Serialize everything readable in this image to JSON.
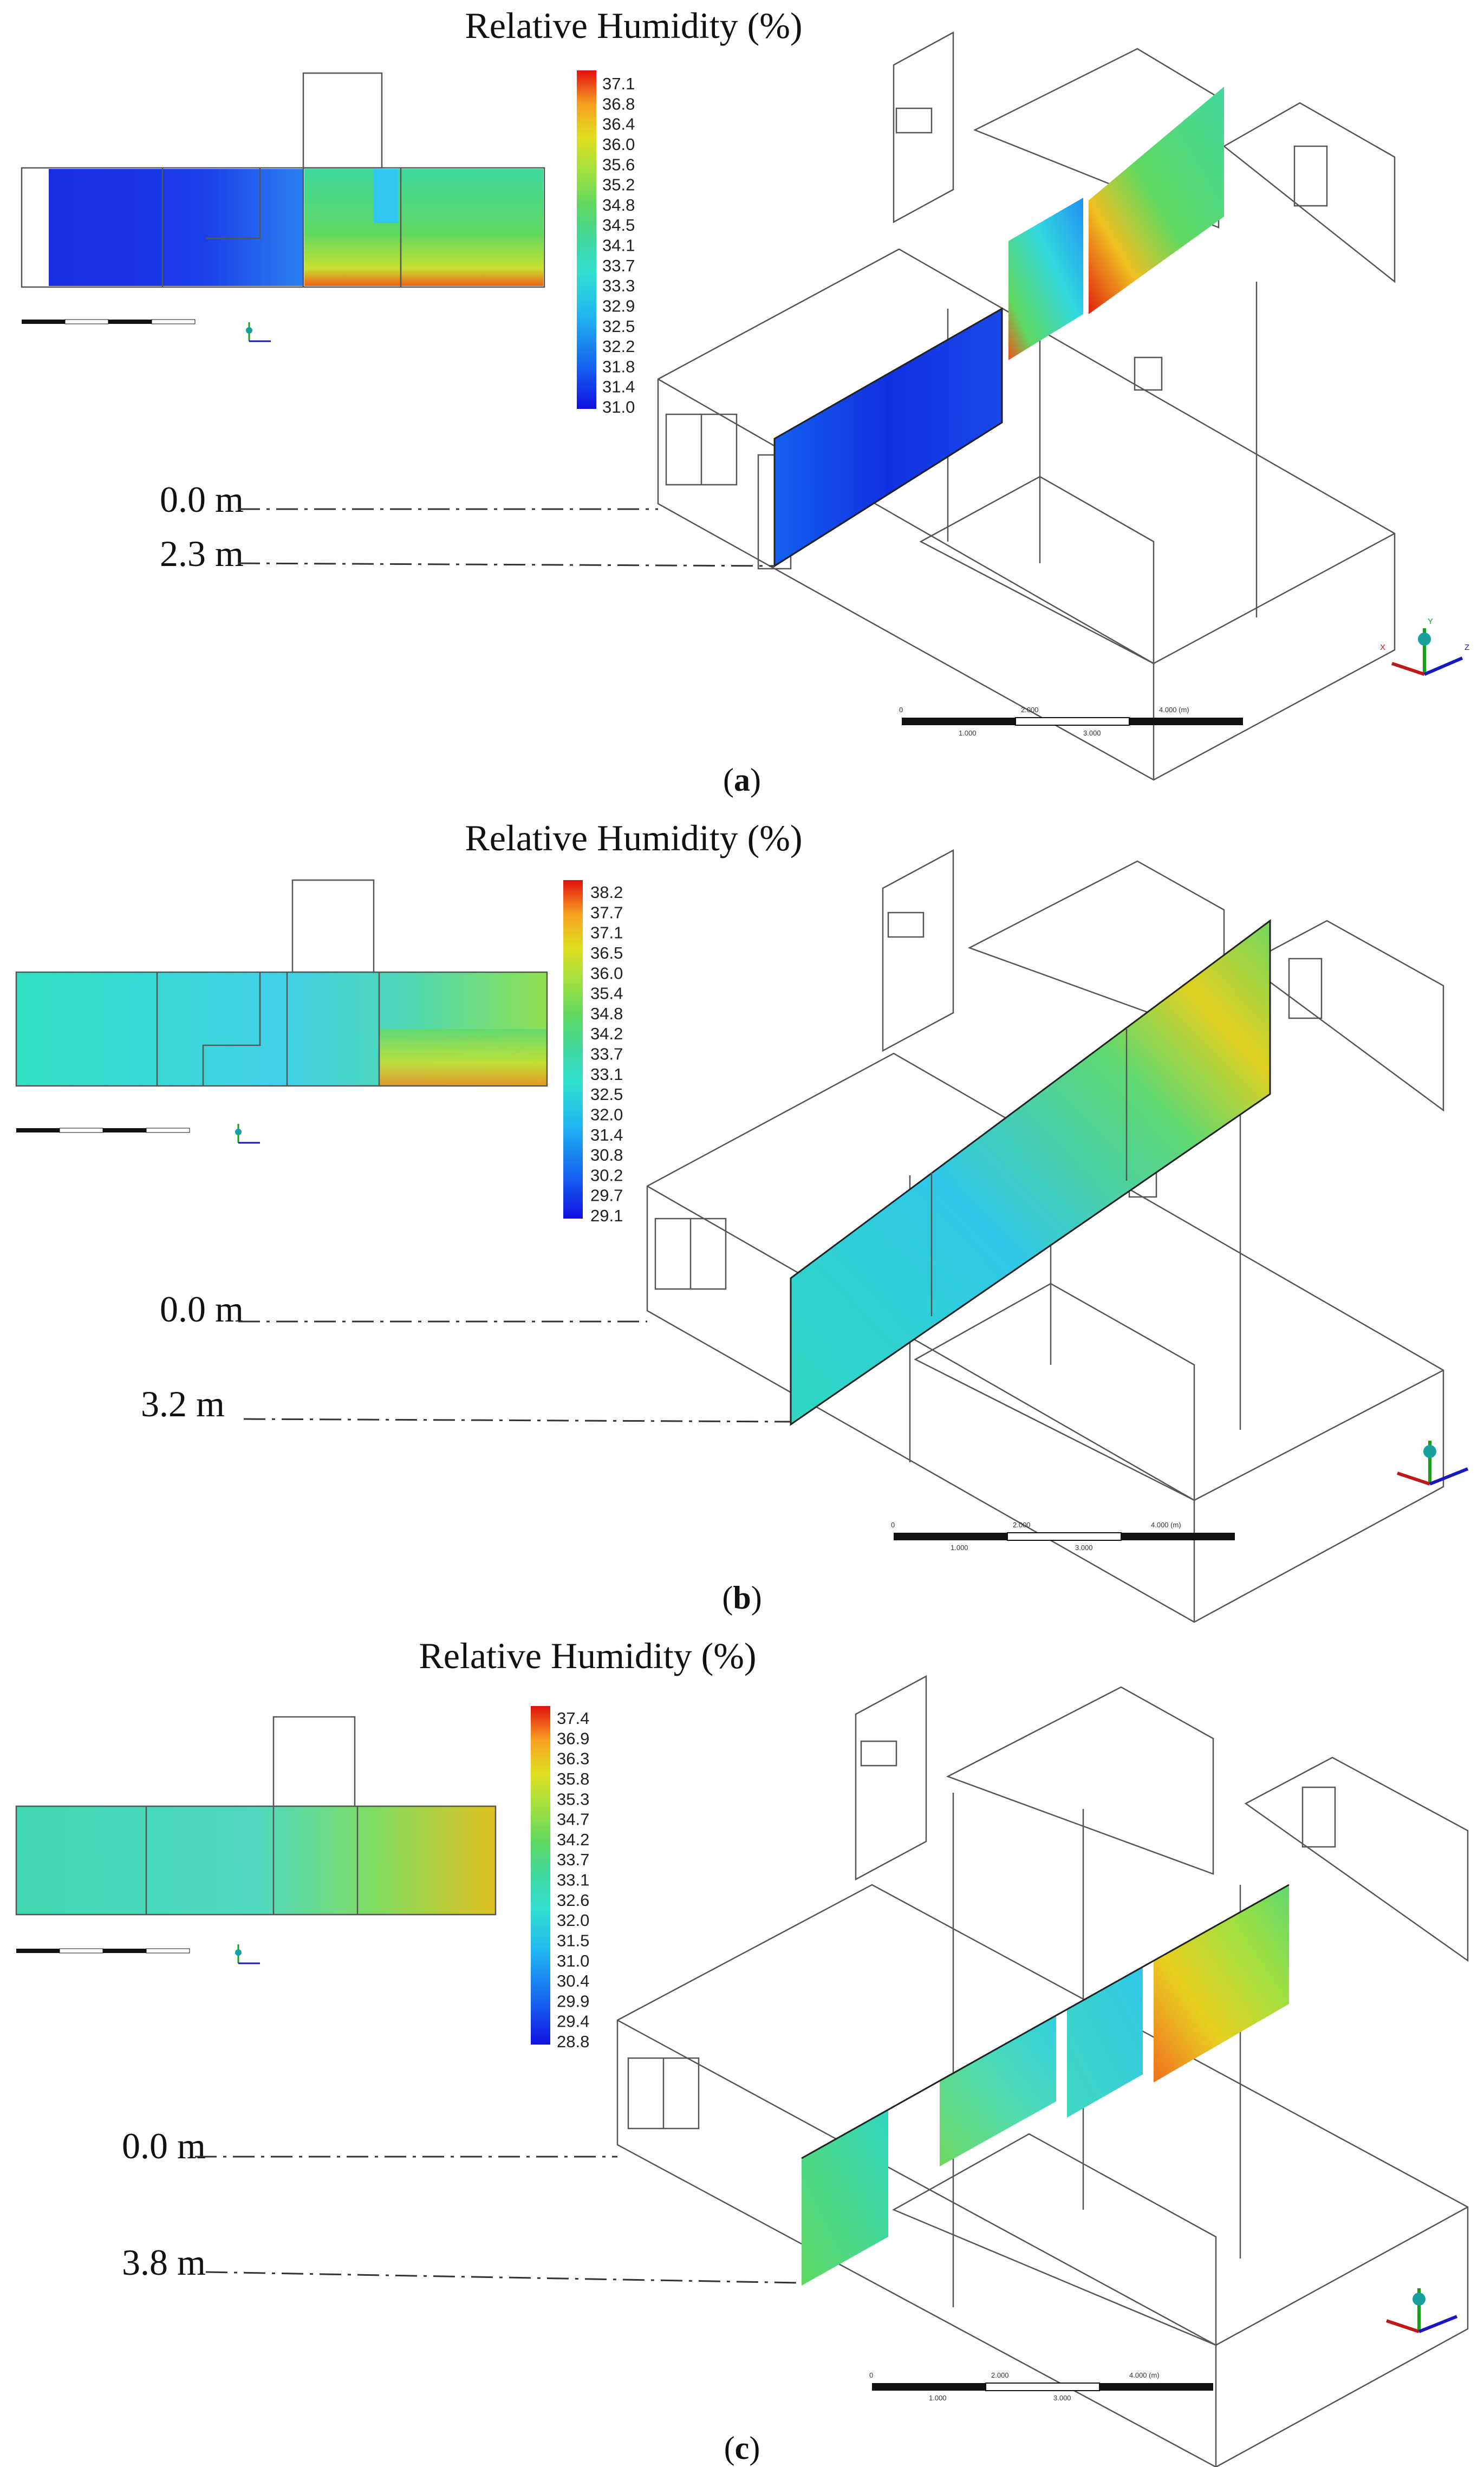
{
  "panels": [
    {
      "id": "a",
      "title": "Relative Humidity (%)",
      "colorbar_ticks": [
        "37.1",
        "36.8",
        "36.4",
        "36.0",
        "35.6",
        "35.2",
        "34.8",
        "34.5",
        "34.1",
        "33.7",
        "33.3",
        "32.9",
        "32.5",
        "32.2",
        "31.8",
        "31.4",
        "31.0"
      ],
      "level_top": "0.0 m",
      "level_bottom": "2.3 m",
      "caption": "a",
      "section_theme": "cool"
    },
    {
      "id": "b",
      "title": "Relative Humidity (%)",
      "colorbar_ticks": [
        "38.2",
        "37.7",
        "37.1",
        "36.5",
        "36.0",
        "35.4",
        "34.8",
        "34.2",
        "33.7",
        "33.1",
        "32.5",
        "32.0",
        "31.4",
        "30.8",
        "30.2",
        "29.7",
        "29.1"
      ],
      "level_top": "0.0 m",
      "level_bottom": "3.2 m",
      "caption": "b",
      "section_theme": "mid"
    },
    {
      "id": "c",
      "title": "Relative Humidity (%)",
      "colorbar_ticks": [
        "37.4",
        "36.9",
        "36.3",
        "35.8",
        "35.3",
        "34.7",
        "34.2",
        "33.7",
        "33.1",
        "32.6",
        "32.0",
        "31.5",
        "31.0",
        "30.4",
        "29.9",
        "29.4",
        "28.8"
      ],
      "level_top": "0.0 m",
      "level_bottom": "3.8 m",
      "caption": "c",
      "section_theme": "warm"
    }
  ],
  "scalebar": {
    "top_labels": [
      "0",
      "2.000",
      "4.000 (m)"
    ],
    "bottom_labels": [
      "1.000",
      "3.000"
    ]
  },
  "axes_labels": {
    "x": "X",
    "y": "Y",
    "z": "Z"
  },
  "colors": {
    "colormap": [
      "#1010e0",
      "#1660f0",
      "#20b8f0",
      "#30e0d0",
      "#40d8a0",
      "#60d860",
      "#a0e040",
      "#e0e020",
      "#f8a020",
      "#f05010",
      "#e01010"
    ]
  }
}
